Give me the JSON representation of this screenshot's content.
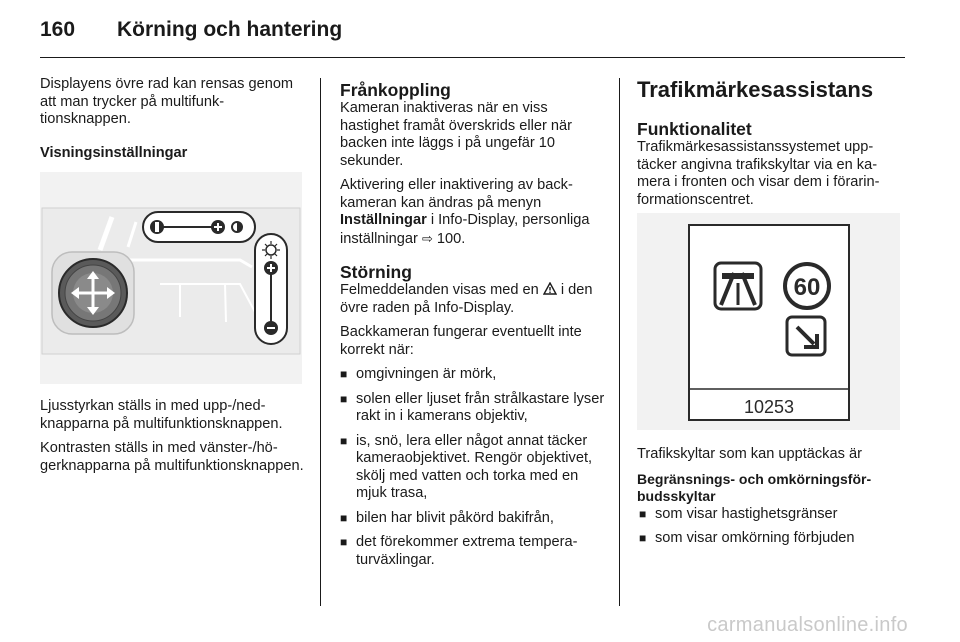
{
  "header": {
    "page_number": "160",
    "chapter_title": "Körning och hantering"
  },
  "col1": {
    "intro": "Displayens övre rad kan rensas genom att man trycker på multifunk­tionsknappen.",
    "settings_heading": "Visningsinställningar",
    "brightness_text": "Ljusstyrkan ställs in med upp-/ned­knapparna på multifunktionsknap­pen.",
    "contrast_text": "Kontrasten ställs in med vänster-/hö­gerknapparna på multifunktionsknap­pen."
  },
  "col2": {
    "disconnect_heading": "Frånkoppling",
    "disconnect_text": "Kameran inaktiveras när en viss hastighet framåt överskrids eller när backen inte läggs i på ungefär 10 sekunder.",
    "activation_text_before": "Aktivering eller inaktivering av back­kameran kan ändras på menyn",
    "activation_bold": "Inställningar",
    "activation_text_after": " i Info-Display, personliga inställningar ",
    "activation_ref": "100.",
    "fault_heading": "Störning",
    "fault_text_before": "Felmeddelanden visas med en ",
    "fault_text_after": " i den övre raden på Info-Display.",
    "fault_intro": "Backkameran fungerar eventuellt inte korrekt när:",
    "conditions": [
      "omgivningen är mörk,",
      "solen eller ljuset från strålkastare lyser rakt in i kamerans objektiv,",
      "is, snö, lera eller något annat täcker kameraobjektivet. Rengör objekti­vet, skölj med vatten och torka med en mjuk trasa,",
      "bilen har blivit påkörd bakifrån,",
      "det förekommer extrema tempera­turväxlingar."
    ]
  },
  "col3": {
    "main_heading": "Trafikmärkesassistans",
    "function_heading": "Funktionalitet",
    "function_text": "Trafikmärkesassistanssystemet upp­täcker angivna trafikskyltar via en ka­mera i fronten och visar dem i förarin­formationscentret.",
    "figure": {
      "speed_limit": "60",
      "code": "10253"
    },
    "signs_intro": "Trafikskyltar som kan upptäckas är",
    "category_heading": "Begränsnings- och omkörningsför­budsskyltar",
    "category_items": [
      "som visar hastighetsgränser",
      "som visar omkörning förbjuden"
    ]
  },
  "watermark": "carmanualsonline.info",
  "colors": {
    "text": "#1a1a1a",
    "figure_bg": "#f2f2f2",
    "figure_line": "#2a2a2a",
    "watermark": "#c9c9c9"
  },
  "icons": [
    "warning-triangle-icon",
    "page-reference-arrow-icon",
    "bullet-square-icon"
  ]
}
